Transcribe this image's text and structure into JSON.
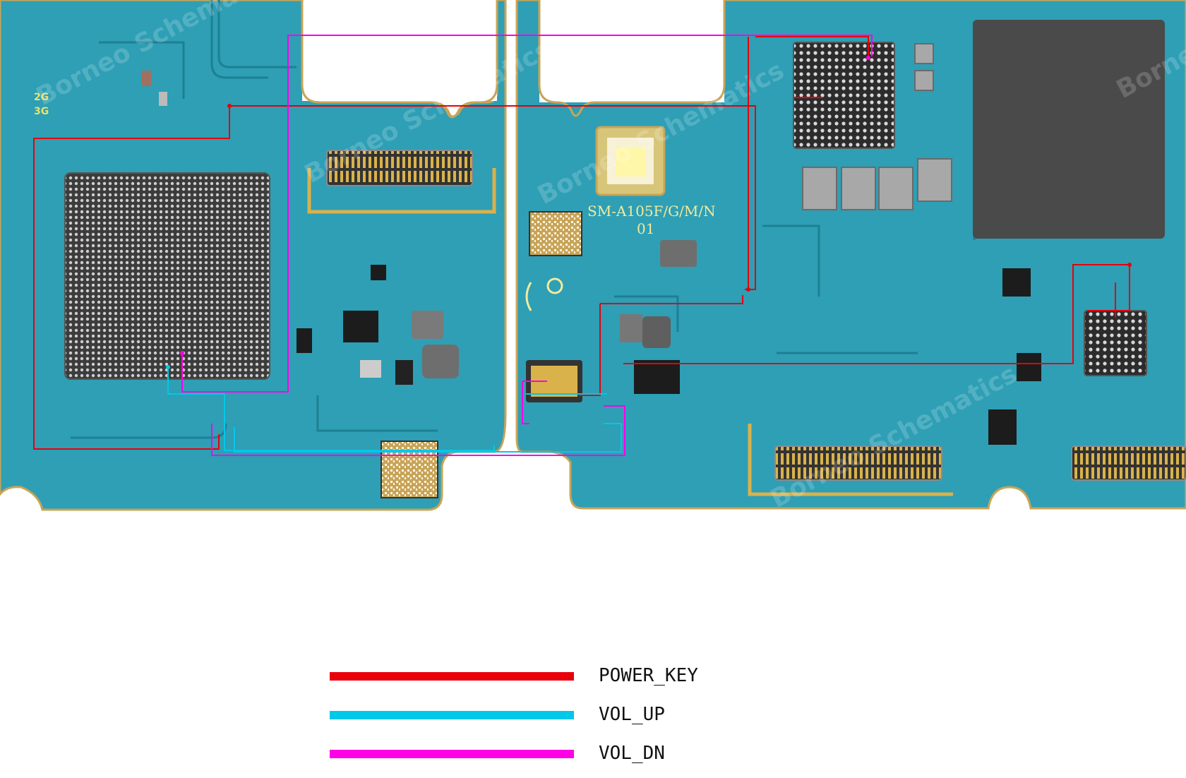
{
  "board": {
    "model_label": "SM-A105F/G/M/N",
    "revision_label": "01",
    "band_labels": [
      "2G",
      "3G"
    ],
    "watermark": "Borneo Schematics",
    "board_color": "#2e9fb5",
    "icons": [
      "samsung-ge-logo",
      "datamatrix-code"
    ]
  },
  "legend": {
    "items": [
      {
        "label": "POWER_KEY",
        "color": "#e8000b"
      },
      {
        "label": "VOL_UP",
        "color": "#00c8e8"
      },
      {
        "label": "VOL_DN",
        "color": "#ff00e6"
      }
    ]
  }
}
